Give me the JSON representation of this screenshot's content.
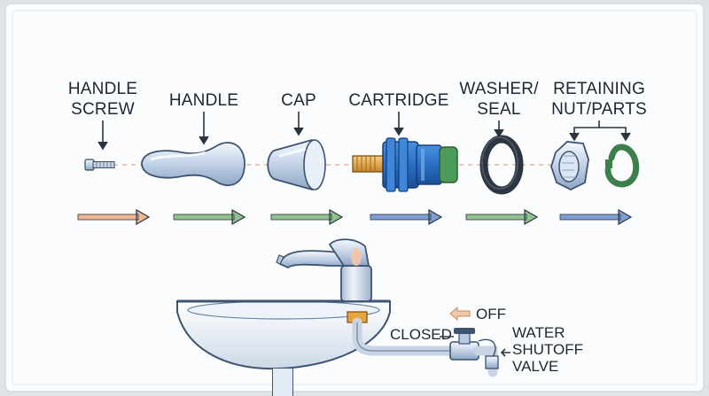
{
  "parts": [
    {
      "id": "handle-screw",
      "line1": "HANDLE",
      "line2": "SCREW"
    },
    {
      "id": "handle",
      "line1": "HANDLE",
      "line2": ""
    },
    {
      "id": "cap",
      "line1": "CAP",
      "line2": ""
    },
    {
      "id": "cartridge",
      "line1": "CARTRIDGE",
      "line2": ""
    },
    {
      "id": "washer-seal",
      "line1": "WASHER/",
      "line2": "SEAL"
    },
    {
      "id": "retaining-nut-parts",
      "line1": "RETAINING",
      "line2": "NUT/PARTS"
    }
  ],
  "flow_arrow_colors": [
    "#f0b795",
    "#93c08f",
    "#93c08f",
    "#7f9fd3",
    "#93c08f",
    "#7f9fd3"
  ],
  "callouts": {
    "off": "OFF",
    "closed": "CLOSED",
    "valve_line1": "WATER",
    "valve_line2": "SHUTOFF",
    "valve_line3": "VALVE"
  },
  "colors": {
    "towel": "#fbfcfd",
    "cartridge_blue": "#2a6fc4",
    "cartridge_green": "#4e9a5a",
    "brass": "#e6a53c",
    "chrome": "#c9d8ea",
    "off_arrow": "#f2c6a8"
  }
}
